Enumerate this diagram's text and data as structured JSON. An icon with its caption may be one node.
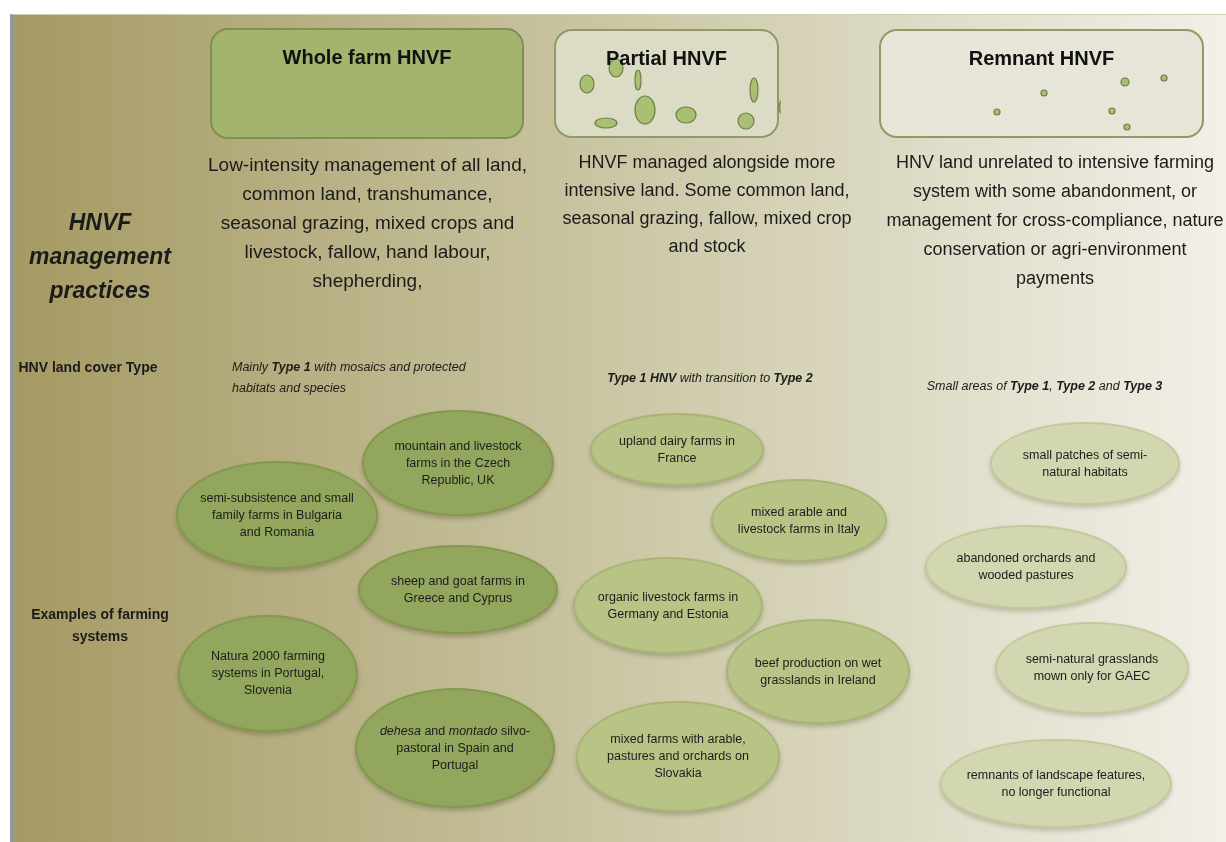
{
  "diagram": {
    "nodes": [
      {
        "text": [
          "Whole farm HNVF"
        ]
      },
      {
        "text": [
          "Partial HNVF"
        ]
      },
      {
        "text": [
          "Remnant HNVF"
        ]
      },
      {
        "text": [
          "mountain and livestock farms in the Czech Republic, UK"
        ]
      },
      {
        "text": [
          "semi-subsistence and small family farms in Bulgaria and Romania"
        ]
      },
      {
        "text": [
          "sheep and goat farms in Greece and Cyprus"
        ]
      },
      {
        "text": [
          "Natura 2000 farming systems in Portugal, Slovenia"
        ]
      },
      {
        "text": [
          "*dehesa* and *montado* silvo-pastoral in Spain and Portugal"
        ]
      },
      {
        "text": [
          "upland dairy farms in France"
        ]
      },
      {
        "text": [
          "mixed arable and livestock farms in Italy"
        ]
      },
      {
        "text": [
          "organic livestock farms in Germany and Estonia"
        ]
      },
      {
        "text": [
          "beef production on wet grasslands in Ireland"
        ]
      },
      {
        "text": [
          "mixed farms with arable, pastures and orchards on Slovakia"
        ]
      },
      {
        "text": [
          "small patches of semi-natural habitats"
        ]
      },
      {
        "text": [
          "abandoned orchards and wooded pastures"
        ]
      },
      {
        "text": [
          "semi-natural grasslands mown only for GAEC"
        ]
      },
      {
        "text": [
          "remnants of landscape features, no longer functional"
        ]
      }
    ],
    "labels": [
      "Low-intensity management of all land, common land, transhumance, seasonal grazing, mixed crops and livestock, fallow, hand labour, shepherding,",
      "HNVF managed alongside more intensive land. Some common land, seasonal grazing, fallow, mixed crop and stock",
      "HNV land unrelated to intensive farming system with some abandonment, or management for cross-compliance, nature conservation or agri-environment payments",
      "HNVF management practices",
      "HNV land cover Type",
      "Mainly **Type 1** with mosaics and protected habitats and species",
      "**Type 1 HNV** with transition to **Type 2**",
      "Small areas of **Type 1**, **Type 2** and **Type 3**",
      "Examples of farming systems"
    ]
  }
}
